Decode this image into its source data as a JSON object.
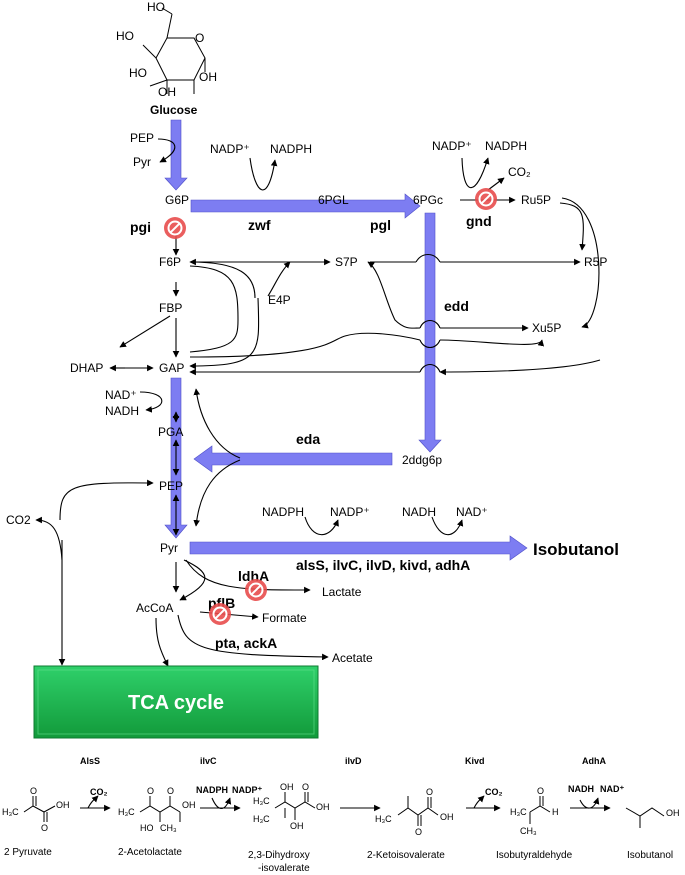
{
  "glucose": {
    "label": "Glucose",
    "hydroxyls": [
      "HO",
      "HO",
      "HO",
      "OH",
      "OH"
    ],
    "ring_o": "O"
  },
  "metabolites": {
    "pep_top": "PEP",
    "pyr_top": "Pyr",
    "g6p": "G6P",
    "f6p": "F6P",
    "fbp": "FBP",
    "dhap": "DHAP",
    "gap": "GAP",
    "pga": "PGA",
    "pep": "PEP",
    "pyr": "Pyr",
    "accoa": "AcCoA",
    "pgl6": "6PGL",
    "pgc6": "6PGc",
    "ru5p": "Ru5P",
    "r5p": "R5P",
    "s7p": "S7P",
    "e4p": "E4P",
    "xu5p": "Xu5P",
    "kdpg": "2ddg6p",
    "co2_left": "CO2",
    "lactate": "Lactate",
    "formate": "Formate",
    "acetate": "Acetate",
    "isobutanol": "Isobutanol"
  },
  "cofactors": {
    "nadp_zwf": "NADP⁺",
    "nadph_zwf": "NADPH",
    "nadp_gnd": "NADP⁺",
    "nadph_gnd": "NADPH",
    "co2_gnd": "CO₂",
    "nad": "NAD⁺",
    "nadh": "NADH",
    "nadph_iso": "NADPH",
    "nadp_iso": "NADP⁺",
    "nadh_iso": "NADH",
    "nad_iso": "NAD⁺"
  },
  "enzymes": {
    "pgi": "pgi",
    "zwf": "zwf",
    "pgl": "pgl",
    "gnd": "gnd",
    "edd": "edd",
    "eda": "eda",
    "ldhA": "ldhA",
    "pflB": "pflB",
    "pta": "pta, ackA",
    "isobutanol_genes": "alsS, ilvC, ilvD, kivd, adhA"
  },
  "tca": {
    "label": "TCA cycle"
  },
  "pathway": {
    "enzymes": [
      "AlsS",
      "ilvC",
      "ilvD",
      "Kivd",
      "AdhA"
    ],
    "compounds": [
      "2 Pyruvate",
      "2-Acetolactate",
      "2,3-Dihydroxy",
      "-isovalerate",
      "2-Ketoisovalerate",
      "Isobutyraldehyde",
      "Isobutanol"
    ],
    "cofactors": {
      "co2_a": "CO₂",
      "nadph": "NADPH",
      "nadp": "NADP⁺",
      "co2_b": "CO₂",
      "nadh": "NADH",
      "nadp_b": "NAD⁺"
    },
    "atoms": {
      "h3c": "H₃C",
      "oh": "OH",
      "o": "O",
      "ho": "HO",
      "ch3": "CH₃",
      "h": "H"
    }
  },
  "colors": {
    "flux": "#7d7df2",
    "knockout": "#e84c4c",
    "tca_green": "#19b34a"
  },
  "icons": [
    "knockout-icon"
  ]
}
